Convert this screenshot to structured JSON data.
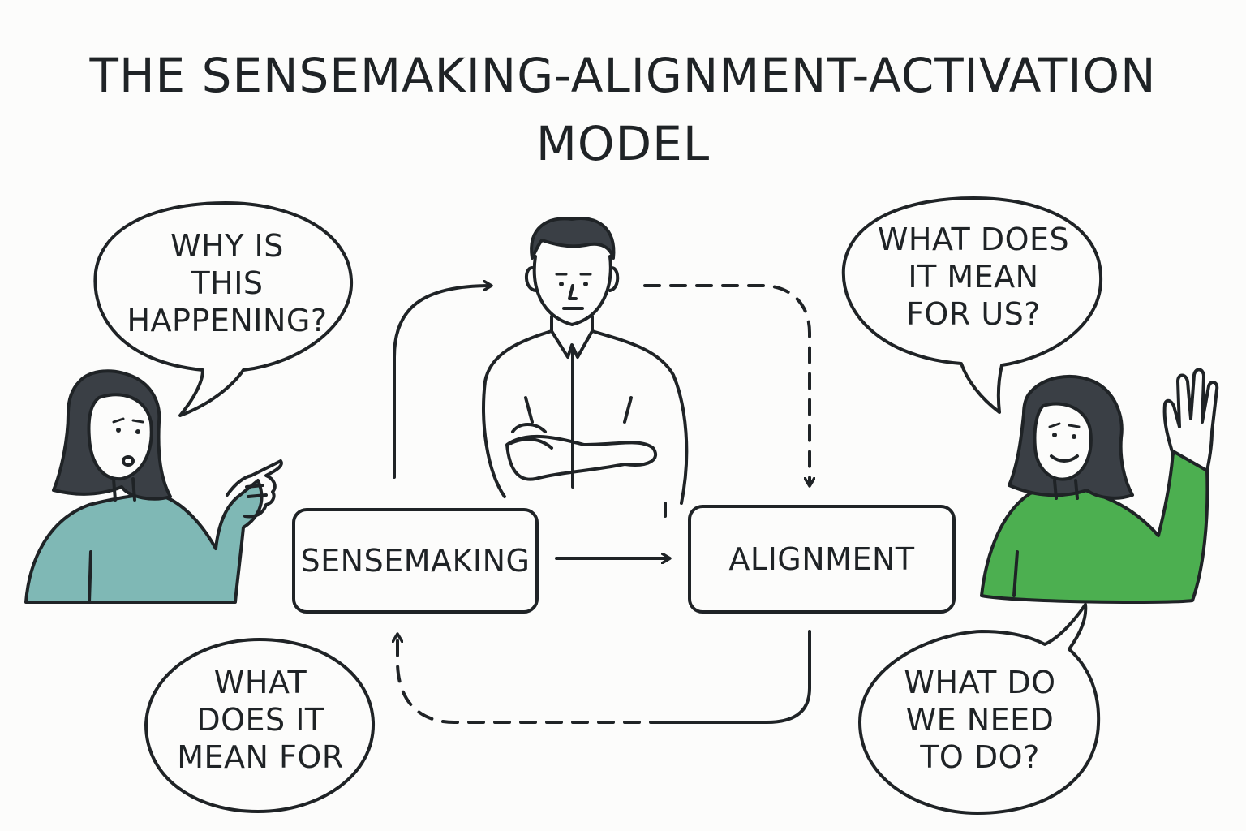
{
  "title": {
    "line1": "THE SENSEMAKING-ALIGNMENT-ACTIVATION",
    "line2": "MODEL"
  },
  "boxes": {
    "sensemaking": "SENSEMAKING",
    "alignment": "ALIGNMENT"
  },
  "bubbles": {
    "top_left": [
      "WHY IS",
      "THIS",
      "HAPPENING?"
    ],
    "top_right": [
      "WHAT DOES",
      "IT MEAN",
      "FOR US?"
    ],
    "bottom_left": [
      "WHAT",
      "DOES IT",
      "MEAN FOR"
    ],
    "bottom_right": [
      "WHAT DO",
      "WE NEED",
      "TO DO?"
    ]
  },
  "colors": {
    "ink": "#1f2326",
    "left_person_shirt": "#7fb8b5",
    "right_person_shirt": "#4caf50",
    "hair": "#3a3f45"
  }
}
